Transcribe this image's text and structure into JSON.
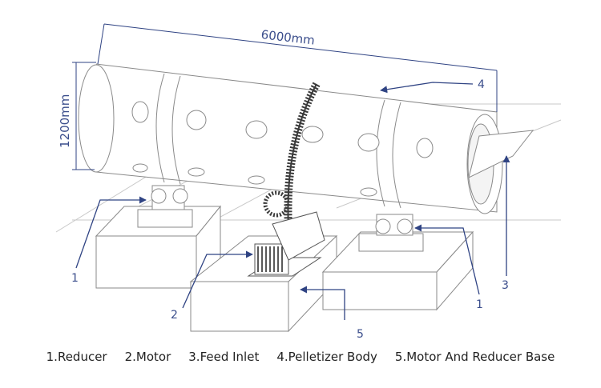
{
  "dimensions": {
    "length": "6000mm",
    "diameter": "1200mm"
  },
  "callouts": [
    "1",
    "2",
    "3",
    "4",
    "5",
    "1"
  ],
  "legend": [
    "1.Reducer",
    "2.Motor",
    "3.Feed Inlet",
    "4.Pelletizer Body",
    "5.Motor And Reducer Base"
  ],
  "colors": {
    "line": "#8a8a8a",
    "accent": "#2f4383",
    "gear": "#3a3a3a"
  }
}
